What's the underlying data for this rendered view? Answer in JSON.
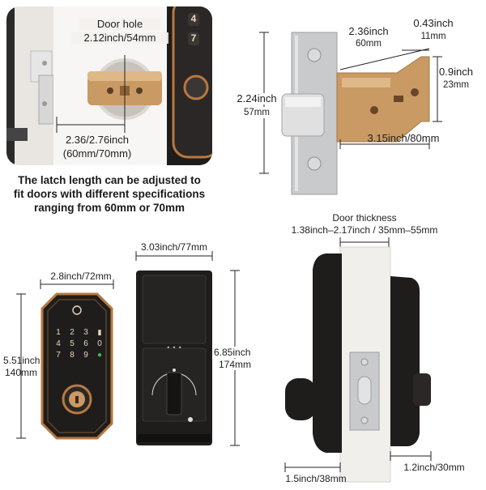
{
  "panel_door_hole": {
    "title": "Door hole",
    "size": "2.12inch/54mm",
    "latch_inch": "2.36/2.76inch",
    "latch_mm": "(60mm/70mm)",
    "keypad_digits": [
      "4",
      "7"
    ]
  },
  "caption": {
    "line1": "The latch length can be adjusted to",
    "line2": "fit doors with different specifications",
    "line3": "ranging from 60mm or 70mm"
  },
  "panel_latch": {
    "length_inch": "2.36inch",
    "length_mm": "60mm",
    "tip_inch": "0.43inch",
    "tip_mm": "11mm",
    "face_height_inch": "2.24inch",
    "face_height_mm": "57mm",
    "body_height_inch": "0.9inch",
    "body_height_mm": "23mm",
    "total_length": "3.15inch/80mm"
  },
  "panel_front": {
    "width": "2.8inch/72mm",
    "height_inch": "5.51inch",
    "height_mm": "140mm",
    "keys": [
      "1",
      "2",
      "3",
      "4",
      "5",
      "6",
      "7",
      "8",
      "9",
      "0"
    ]
  },
  "panel_back": {
    "width": "3.03inch/77mm",
    "height_inch": "6.85inch",
    "height_mm": "174mm"
  },
  "panel_side": {
    "thickness_title": "Door thickness",
    "thickness_value": "1.38inch–2.17inch / 35mm–55mm",
    "depth_front": "1.5inch/38mm",
    "depth_back": "1.2inch/30mm"
  },
  "colors": {
    "lock_body": "#1f1d1c",
    "bronze_trim": "#b9783f",
    "brass": "#c99a64",
    "steel": "#c9cacc",
    "keypad_digit": "#e9d7be"
  }
}
